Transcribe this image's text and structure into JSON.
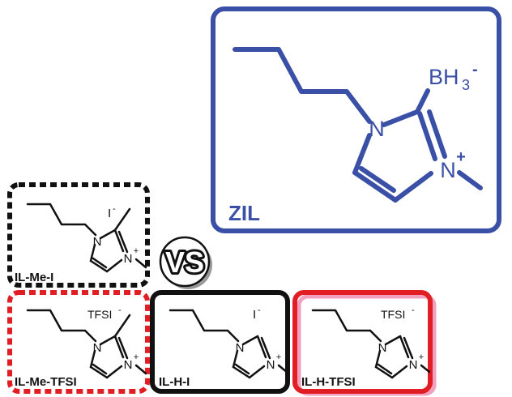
{
  "labels": {
    "zil": "ZIL",
    "il_me_i": "IL-Me-I",
    "il_me_tfsi": "IL-Me-TFSI",
    "il_h_i": "IL-H-I",
    "il_h_tfsi": "IL-H-TFSI",
    "vs": "VS"
  },
  "atoms": {
    "n": "N",
    "n_plus": "N",
    "plus": "+",
    "minus": "-",
    "bh": "BH",
    "sub3": "3"
  },
  "anions": {
    "iodide": "I",
    "tfsi": "TFSI"
  },
  "colors": {
    "zil": "#3a4fa6",
    "black": "#111111",
    "red": "#e01e24"
  }
}
